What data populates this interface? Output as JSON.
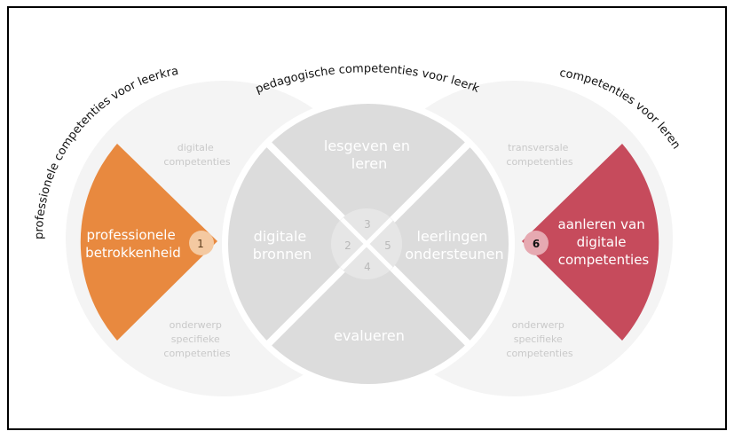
{
  "section_labels": {
    "left": "professionele competenties voor leerkrachten",
    "middle": "pedagogische competenties voor leerkrachten",
    "right": "competenties voor lerenden"
  },
  "left_circle": {
    "top_label": [
      "digitale",
      "competenties"
    ],
    "bottom_label": [
      "onderwerp",
      "specifieke",
      "competenties"
    ],
    "highlight": [
      "professionele",
      "betrokkenheid"
    ],
    "number": "1",
    "color": "#e8893f"
  },
  "center_circle": {
    "top": [
      "lesgeven en",
      "leren"
    ],
    "left": [
      "digitale",
      "bronnen"
    ],
    "right": [
      "leerlingen",
      "ondersteunen"
    ],
    "bottom": [
      "evalueren"
    ],
    "numbers": {
      "top": "3",
      "left": "2",
      "right": "5",
      "bottom": "4"
    }
  },
  "right_circle": {
    "top_label": [
      "transversale",
      "competenties"
    ],
    "bottom_label": [
      "onderwerp",
      "specifieke",
      "competenties"
    ],
    "highlight": [
      "aanleren van",
      "digitale",
      "competenties"
    ],
    "number": "6",
    "color": "#c64b5c"
  }
}
